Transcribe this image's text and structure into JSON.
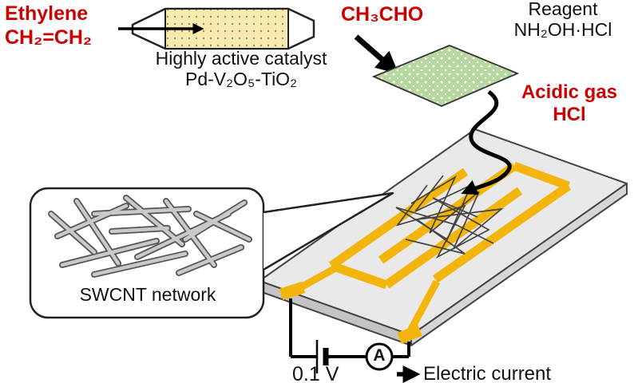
{
  "diagram": {
    "ethylene": {
      "name": "Ethylene",
      "formula": "CH₂=CH₂"
    },
    "catalyst": {
      "line1": "Highly active catalyst",
      "line2": "Pd-V₂O₅-TiO₂"
    },
    "acetaldehyde": {
      "formula": "CH₃CHO"
    },
    "reagent": {
      "name": "Reagent",
      "formula": "NH₂OH·HCl"
    },
    "acidic_gas": {
      "name": "Acidic gas",
      "formula": "HCl"
    },
    "swcnt": {
      "label": "SWCNT network"
    },
    "circuit": {
      "voltage": "0.1 V",
      "ammeter_label": "A",
      "current_label": "Electric current"
    }
  },
  "colors": {
    "label_red": "#cc0000",
    "text_black": "#111111",
    "catalyst_body_fill": "#f8e9ae",
    "reagent_plate_fill": "#b7d7a0",
    "electrode_yellow": "#f3b50b",
    "chip_top_gray": "#e9e9e9",
    "chip_side_gray": "#c4c4c4"
  }
}
